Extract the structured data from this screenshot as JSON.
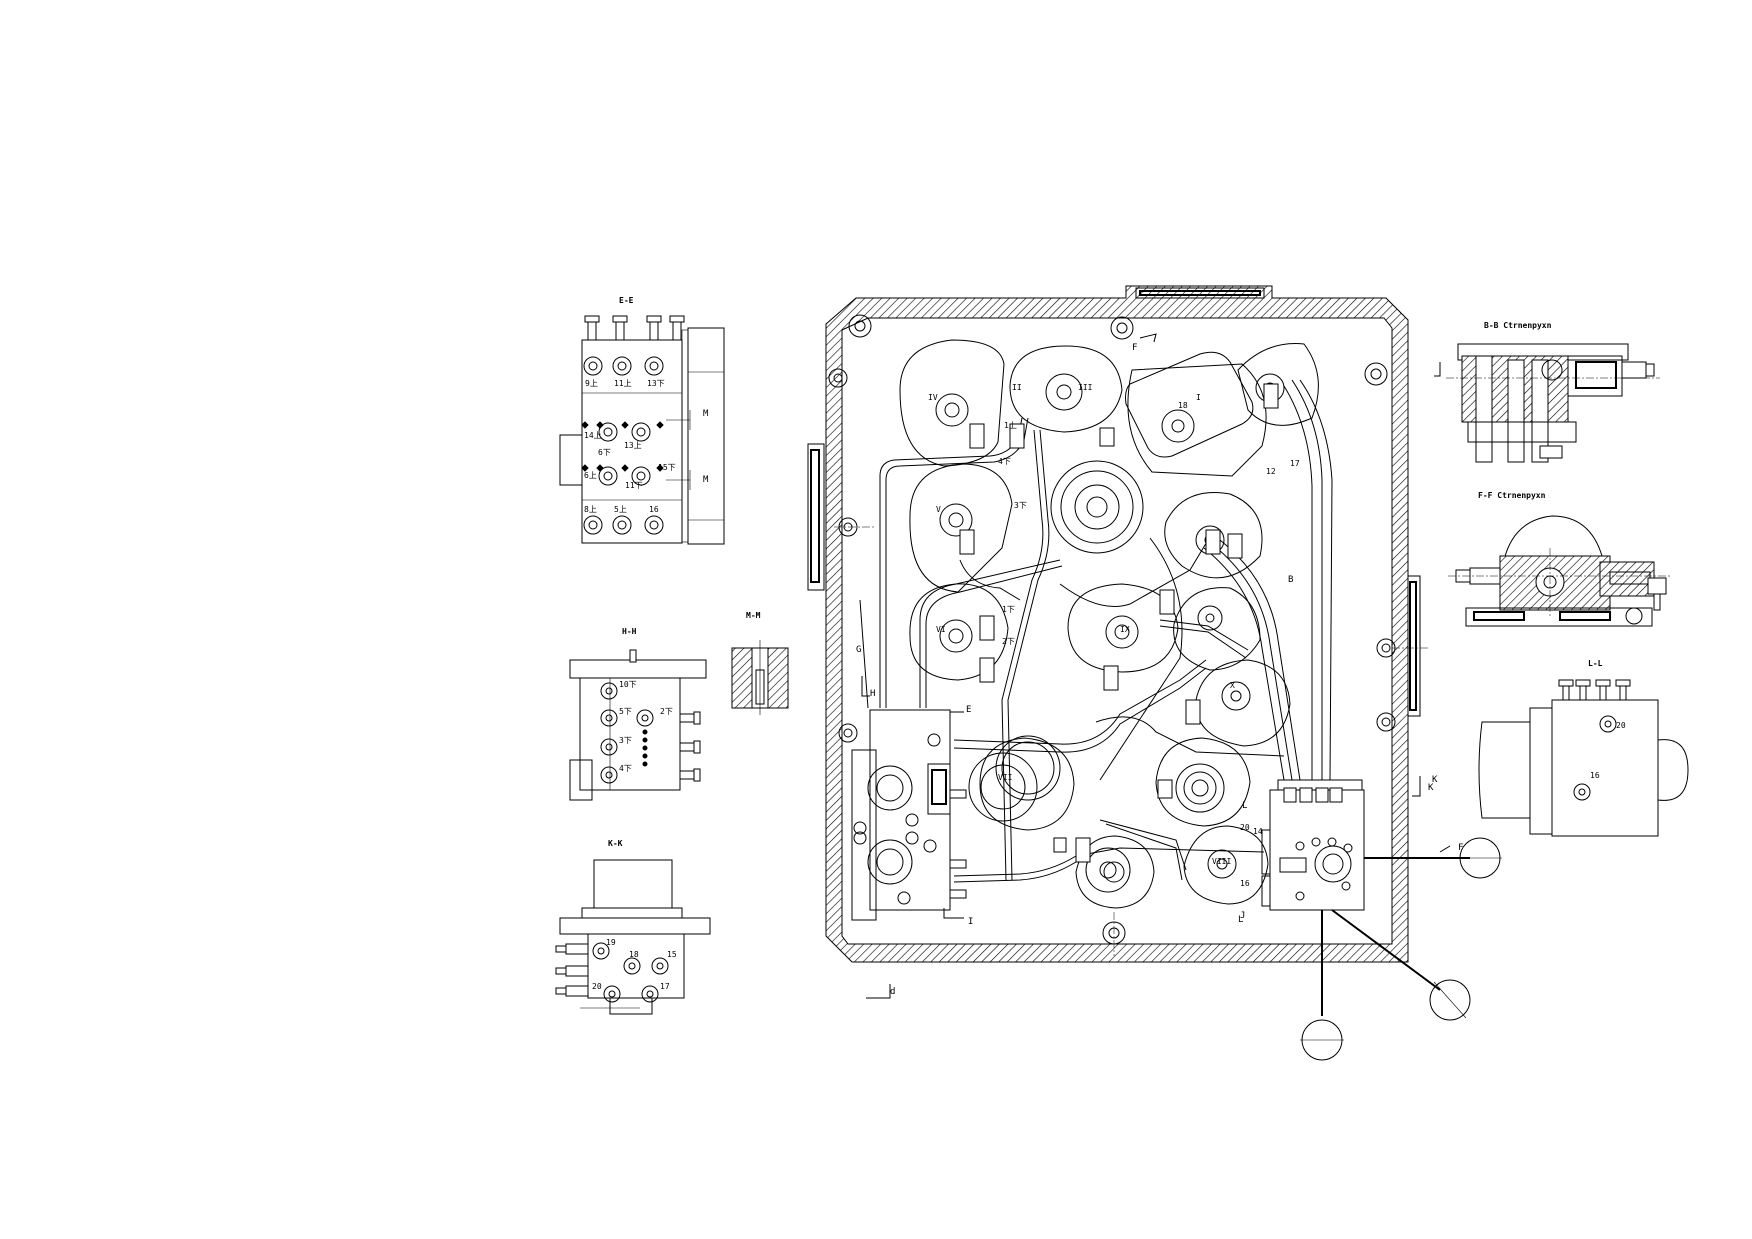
{
  "views": {
    "e_e": {
      "title": "E-E",
      "callouts": [
        "9上",
        "11上",
        "13下",
        "14上",
        "6下",
        "13上",
        "15下",
        "6上",
        "11下",
        "8上",
        "5上",
        "16",
        "M",
        "M"
      ]
    },
    "h_h": {
      "title": "H-H",
      "callouts": [
        "10下",
        "5下",
        "3下",
        "2下",
        "4下"
      ]
    },
    "m_m": {
      "title": "M-M"
    },
    "k_k": {
      "title": "K-K",
      "callouts": [
        "19",
        "18",
        "15",
        "20",
        "17"
      ]
    },
    "b_b": {
      "title": "B-B Сtrnenpyxn"
    },
    "f_f": {
      "title": "F-F Сtrnenpyxn"
    },
    "l_l": {
      "title": "L-L",
      "callouts": [
        "20",
        "16"
      ]
    },
    "main": {
      "callouts": [
        "IV",
        "II",
        "III",
        "I",
        "V",
        "VI",
        "IX",
        "VII",
        "VIII",
        "X",
        "1上",
        "4下",
        "3下",
        "1下",
        "2下",
        "17",
        "18",
        "14",
        "12",
        "20",
        "16"
      ],
      "section_marks": [
        "F",
        "B",
        "G",
        "H",
        "E",
        "K",
        "L",
        "I",
        "F",
        "K",
        "J",
        "L",
        "d"
      ]
    }
  },
  "colors": {
    "ink": "#000000",
    "paper": "#ffffff"
  }
}
